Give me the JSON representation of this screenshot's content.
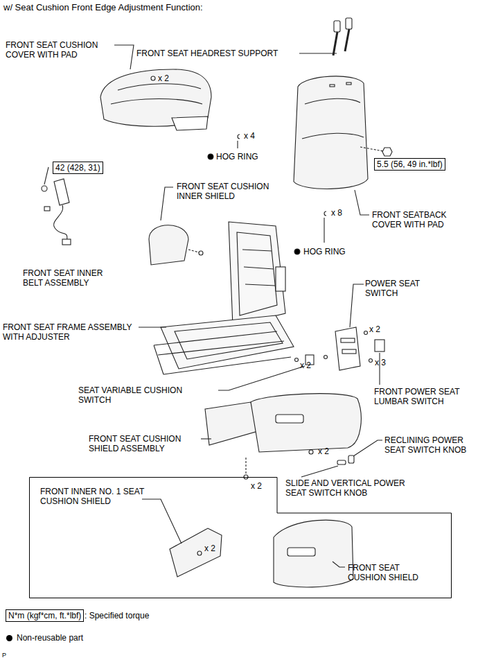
{
  "diagram": {
    "title": "w/ Seat Cushion Front Edge Adjustment Function:",
    "nodes": [
      {
        "text": [
          "42 (428, 31)"
        ]
      },
      {
        "text": [
          "5.5 (56, 49 in.*lbf)"
        ]
      },
      {
        "text": [
          "FRONT INNER NO. 1 SEAT CUSHION SHIELD",
          "x 2",
          "FRONT SEAT CUSHION SHIELD"
        ]
      },
      {
        "text": [
          "N*m (kgf*cm, ft.*lbf)"
        ]
      }
    ],
    "labels": [
      "FRONT SEAT CUSHION COVER WITH PAD",
      "FRONT SEAT HEADREST SUPPORT",
      "x 2",
      "x 4",
      "HOG RING",
      "FRONT SEAT CUSHION INNER SHIELD",
      "FRONT SEATBACK COVER WITH PAD",
      "x 8",
      "HOG RING",
      "FRONT SEAT INNER BELT ASSEMBLY",
      "POWER SEAT SWITCH",
      "x 2",
      "FRONT SEAT FRAME ASSEMBLY WITH ADJUSTER",
      "x 2",
      "x 3",
      "SEAT VARIABLE CUSHION SWITCH",
      "FRONT POWER SEAT LUMBAR SWITCH",
      "FRONT SEAT CUSHION SHIELD ASSEMBLY",
      "x 2",
      "RECLINING POWER SEAT SWITCH KNOB",
      "x 2",
      "SLIDE AND VERTICAL POWER SEAT SWITCH KNOB",
      "P"
    ],
    "legend": [
      {
        "text": ": Specified torque"
      },
      {
        "text": "Non-reusable part"
      }
    ]
  }
}
